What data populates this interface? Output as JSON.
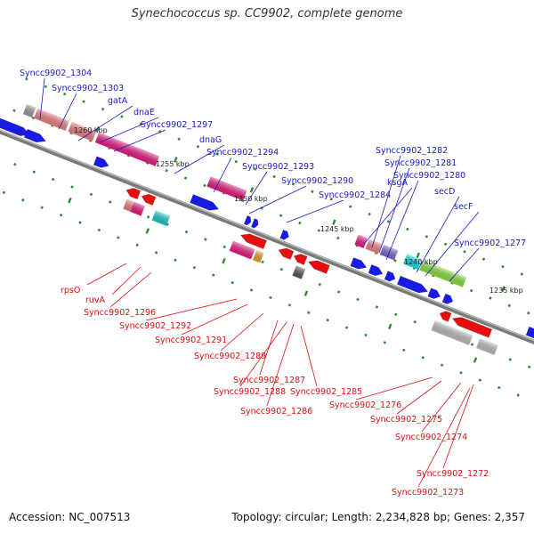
{
  "title": "Synechococcus sp. CC9902, complete genome",
  "footer": {
    "accession": "Accession: NC_007513",
    "info": "Topology: circular; Length: 2,234,828 bp; Genes: 2,357"
  },
  "colors": {
    "forward_label": "#1a1acc",
    "reverse_label": "#dd1111",
    "backbone": "#7a7a7a",
    "tick": "#2d8a2d"
  },
  "ticks": [
    "1260 kbp",
    "1255 kbp",
    "1250 kbp",
    "1245 kbp",
    "1240 kbp",
    "1235 kbp"
  ],
  "forward_labels": [
    "Syncc9902_1304",
    "Syncc9902_1303",
    "gatA",
    "dnaE",
    "Syncc9902_1297",
    "dnaG",
    "Syncc9902_1294",
    "Syncc9902_1293",
    "Syncc9902_1290",
    "Syncc9902_1284",
    "ksgA",
    "Syncc9902_1282",
    "Syncc9902_1281",
    "Syncc9902_1280",
    "secD",
    "secF",
    "Syncc9902_1277"
  ],
  "reverse_labels": [
    "rpsO",
    "ruvA",
    "Syncc9902_1296",
    "Syncc9902_1292",
    "Syncc9902_1291",
    "Syncc9902_1289",
    "Syncc9902_1287",
    "Syncc9902_1288",
    "Syncc9902_1285",
    "Syncc9902_1286",
    "Syncc9902_1276",
    "Syncc9902_1275",
    "Syncc9902_1274",
    "Syncc9902_1272",
    "Syncc9902_1273"
  ]
}
